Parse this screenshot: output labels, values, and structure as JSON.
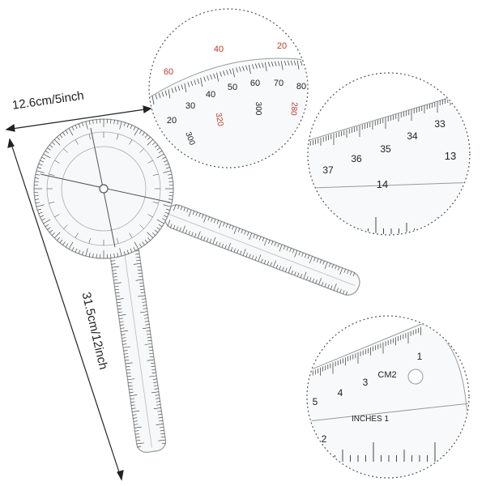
{
  "dimensions": {
    "width_label": "12.6cm/5inch",
    "height_label": "31.5cm/12inch"
  },
  "zoom_protractor": {
    "outer_numbers": [
      "60",
      "40",
      "20"
    ],
    "inner_numbers": [
      "20",
      "30",
      "40",
      "50",
      "60",
      "70",
      "80"
    ],
    "lower_numbers": [
      "300",
      "320",
      "300",
      "280"
    ]
  },
  "zoom_ruler_top": {
    "cm_numbers": [
      "37",
      "36",
      "35",
      "34",
      "33"
    ],
    "inch_numbers": [
      "14",
      "13"
    ]
  },
  "zoom_ruler_bottom": {
    "cm_numbers": [
      "5",
      "4",
      "3",
      "CM2",
      "1"
    ],
    "inch_label": "INCHES 1",
    "inch_number": "2"
  },
  "colors": {
    "outline": "#9a9a9a",
    "ticks": "#333333",
    "accent_red": "#c0392b",
    "plastic": "#f7f8f9",
    "dotted_circle": "#555555"
  }
}
